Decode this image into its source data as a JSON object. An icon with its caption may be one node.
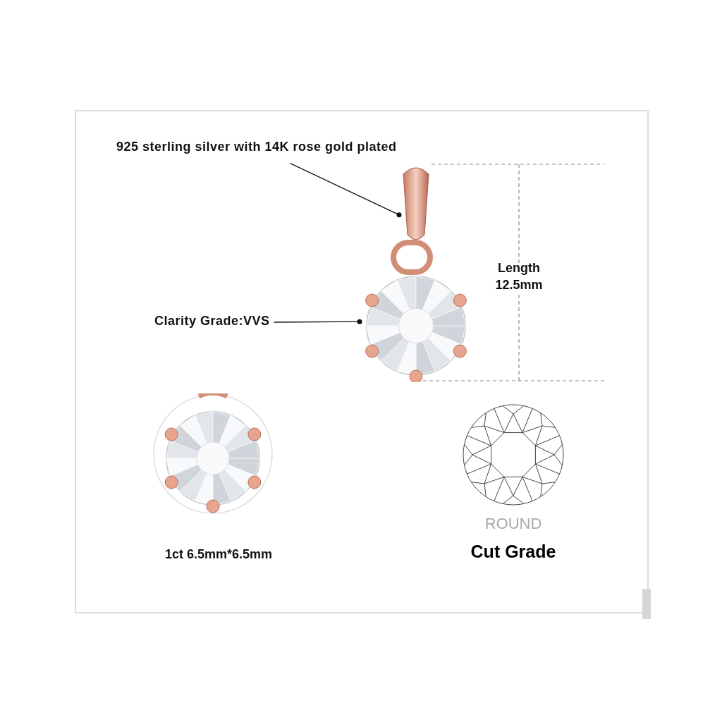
{
  "diagram": {
    "nodes": [
      {
        "text": [
          "925 sterling silver with 14K rose gold plated"
        ]
      },
      {
        "text": [],
        "shape": "picture"
      },
      {
        "text": [
          "Clarity Grade:VVS"
        ]
      },
      {
        "text": [],
        "shape": "picture"
      }
    ],
    "edges": [
      {
        "from": 0,
        "to": 1,
        "arrow": "other"
      },
      {
        "from": 2,
        "to": 3,
        "arrow": "other"
      }
    ],
    "labels": [
      "Length 12.5mm",
      "1ct 6.5mm*6.5mm",
      "ROUND",
      "Cut Grade"
    ]
  }
}
